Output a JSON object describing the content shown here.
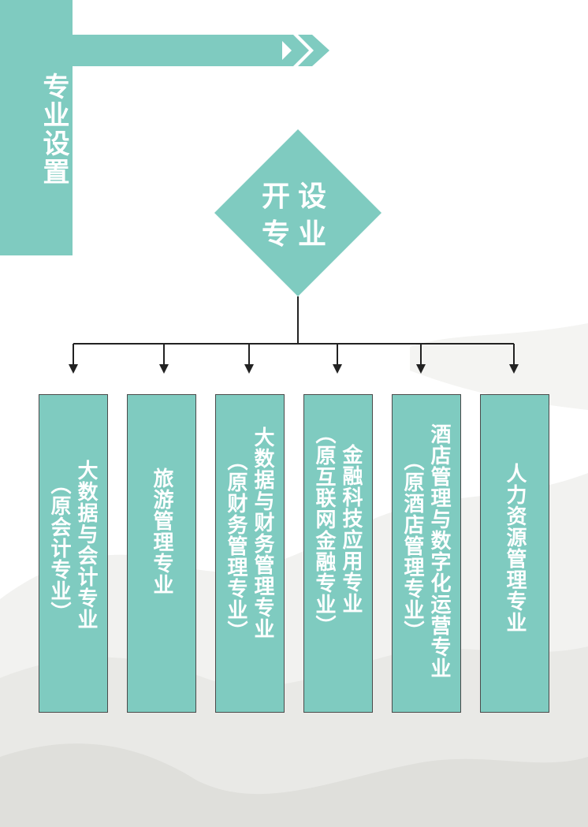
{
  "section_title": "专业设置",
  "center_node": {
    "line1": "开设",
    "line2": "专业"
  },
  "majors": [
    {
      "name": "大数据与会计专业",
      "note": "（原会计专业）"
    },
    {
      "name": "旅游管理专业",
      "note": ""
    },
    {
      "name": "大数据与财务管理专业",
      "note": "（原财务管理专业）"
    },
    {
      "name": "金融科技应用专业",
      "note": "（原互联网金融专业）"
    },
    {
      "name": "酒店管理与数字化运营专业",
      "note": "（原酒店管理专业）"
    },
    {
      "name": "人力资源管理专业",
      "note": ""
    }
  ],
  "colors": {
    "accent": "#7fcbc0",
    "line": "#222222",
    "text_on_accent": "#ffffff"
  }
}
